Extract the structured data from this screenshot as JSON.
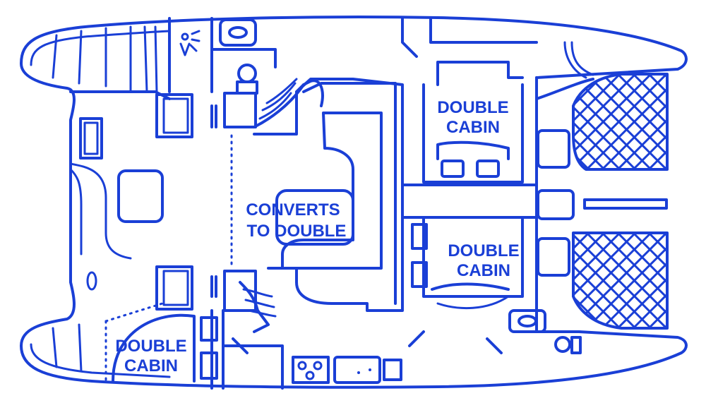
{
  "labels": {
    "fwd_double_cabin_line1": "DOUBLE",
    "fwd_double_cabin_line2": "CABIN",
    "aft_double_cabin_line1": "DOUBLE",
    "aft_double_cabin_line2": "CABIN",
    "saloon_line1": "CONVERTS",
    "saloon_line2": "TO DOUBLE",
    "port_double_cabin_line1": "DOUBLE",
    "port_double_cabin_line2": "CABIN"
  },
  "colors": {
    "ink": "#1a3fd6",
    "background": "#ffffff"
  }
}
